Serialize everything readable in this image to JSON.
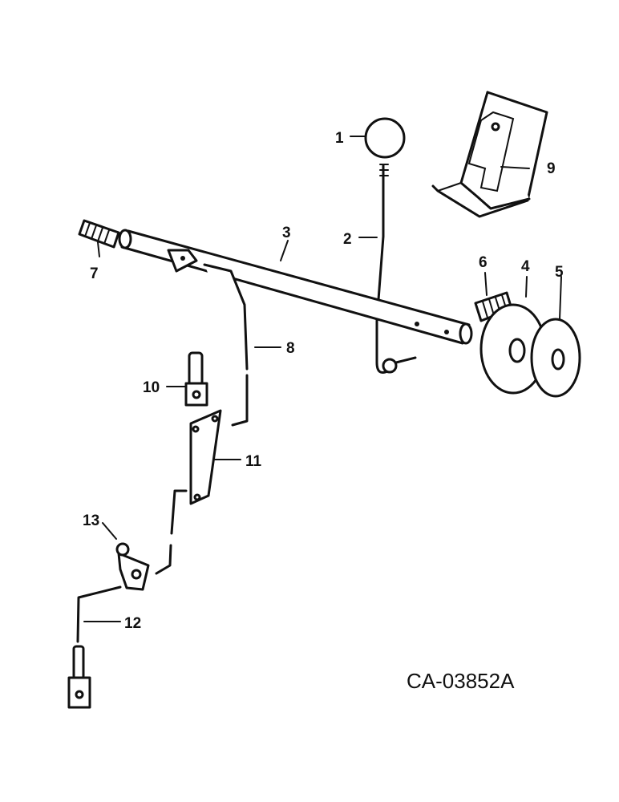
{
  "drawing_code": "CA-03852A",
  "callouts": {
    "c1": "1",
    "c2": "2",
    "c3": "3",
    "c4": "4",
    "c5": "5",
    "c6": "6",
    "c7": "7",
    "c8": "8",
    "c9": "9",
    "c10": "10",
    "c11": "11",
    "c12": "12",
    "c13": "13"
  },
  "colors": {
    "ink": "#111111",
    "paper": "#ffffff"
  }
}
